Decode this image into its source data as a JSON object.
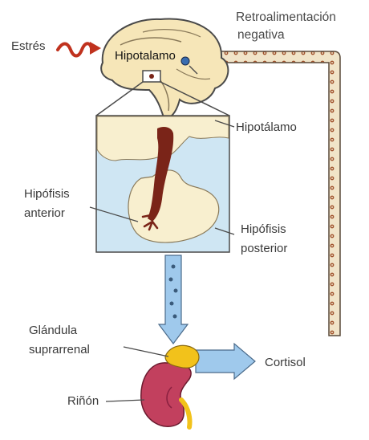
{
  "labels": {
    "estres": "Estrés",
    "retro_line1": "Retroalimentación",
    "retro_line2": "negativa",
    "hipotalamo_brain": "Hipotalamo",
    "hipotalamo_box": "Hipotálamo",
    "hipofisis_anterior_line1": "Hipófisis",
    "hipofisis_anterior_line2": "anterior",
    "hipofisis_posterior_line1": "Hipófisis",
    "hipofisis_posterior_line2": "posterior",
    "glandula_line1": "Glándula",
    "glandula_line2": "suprarrenal",
    "cortisol": "Cortisol",
    "rinon": "Riñón"
  },
  "colors": {
    "brain": "#f6e6b8",
    "brain_outline": "#4a4a4a",
    "box_bg": "#cfe6f3",
    "pituitary": "#f8efcf",
    "hypothalamus_stalk": "#7a2418",
    "feedback_tube": "#f1e4c8",
    "feedback_dots": "#a0522d",
    "blue_arrow": "#9fc9ec",
    "adrenal": "#f2c21b",
    "kidney": "#c2405e",
    "text": "#3a3a3a"
  }
}
